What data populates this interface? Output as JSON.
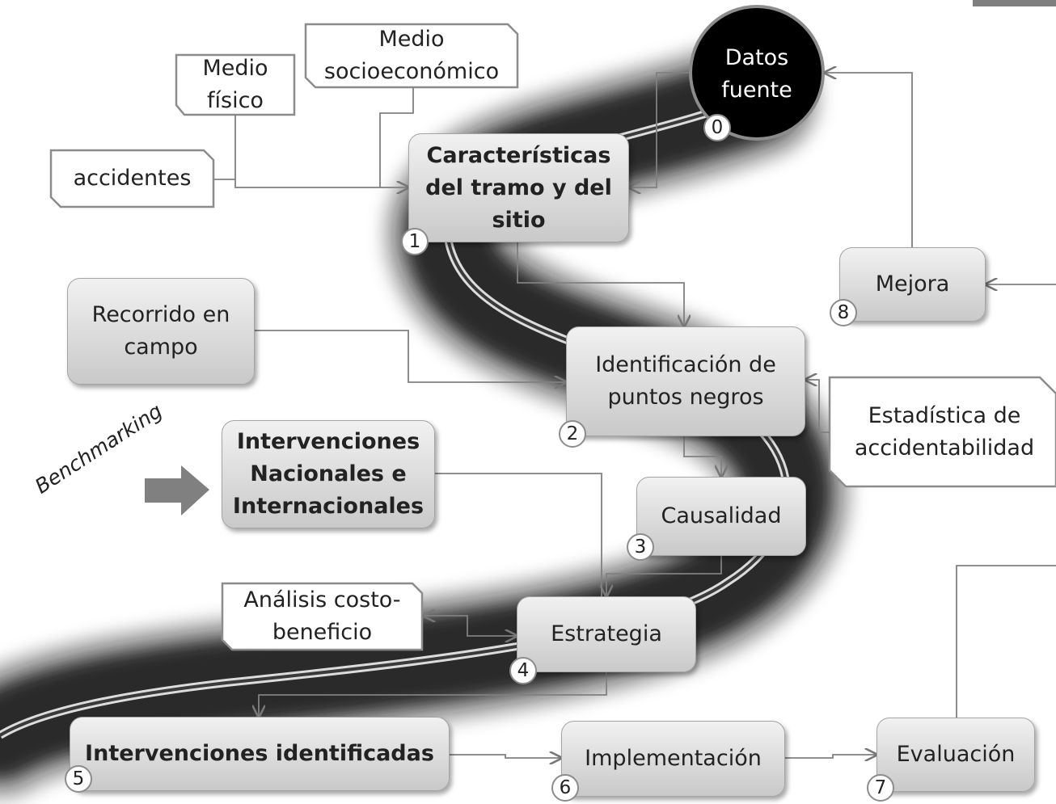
{
  "source_data": {
    "label": "Datos\nfuente",
    "step": "0"
  },
  "inputs": {
    "medio_fisico": "Medio\nfísico",
    "medio_socioeconomico": "Medio\nsocioeconómico",
    "accidentes": "accidentes",
    "estadistica": "Estadística de\naccidentabilidad",
    "analisis_costo": "Análisis costo-\nbeneficio"
  },
  "steps": [
    {
      "id": "caracteristicas",
      "label": "Características\ndel tramo y del\nsitio",
      "number": "1"
    },
    {
      "id": "identificacion",
      "label": "Identificación de\npuntos negros",
      "number": "2"
    },
    {
      "id": "causalidad",
      "label": "Causalidad",
      "number": "3"
    },
    {
      "id": "estrategia",
      "label": "Estrategia",
      "number": "4"
    },
    {
      "id": "intervenciones_identificadas",
      "label": "Intervenciones identificadas",
      "number": "5"
    },
    {
      "id": "implementacion",
      "label": "Implementación",
      "number": "6"
    },
    {
      "id": "evaluacion",
      "label": "Evaluación",
      "number": "7"
    },
    {
      "id": "mejora",
      "label": "Mejora",
      "number": "8"
    }
  ],
  "side_boxes": {
    "recorrido": "Recorrido en\ncampo",
    "intervenciones_nac": "Intervenciones\nNacionales e\nInternacionales"
  },
  "benchmarking": "Benchmarking",
  "colors": {
    "road": "#2a2a2a",
    "node_fill": "#d9d9d9",
    "source_fill": "#000000",
    "connector": "#808080"
  }
}
